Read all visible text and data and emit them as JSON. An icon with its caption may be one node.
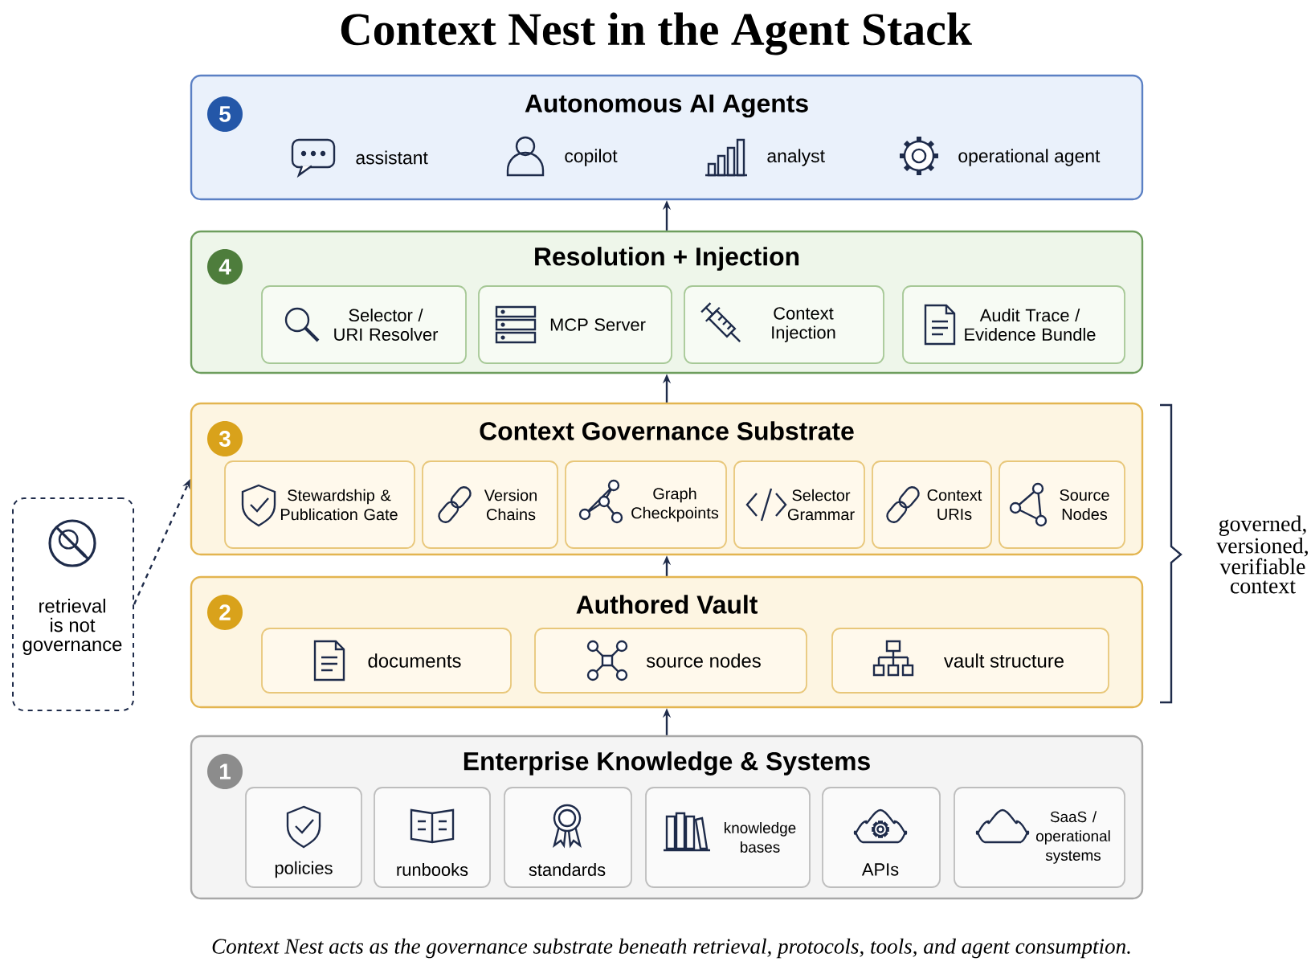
{
  "diagram": {
    "title": "Context Nest in the Agent Stack",
    "caption": "Context Nest acts as the governance substrate beneath retrieval, protocols, tools, and agent consumption.",
    "nodes": [
      {
        "text": [
          "5",
          "Autonomous AI Agents"
        ]
      },
      {
        "text": [
          "assistant"
        ],
        "in": 0
      },
      {
        "text": [
          "copilot"
        ],
        "in": 0
      },
      {
        "text": [
          "analyst"
        ],
        "in": 0
      },
      {
        "text": [
          "operational agent"
        ],
        "in": 0
      },
      {
        "text": [
          "4",
          "Resolution + Injection"
        ]
      },
      {
        "text": [
          "Selector / URI Resolver"
        ],
        "in": 5
      },
      {
        "text": [
          "MCP Server"
        ],
        "in": 5
      },
      {
        "text": [
          "Context Injection"
        ],
        "in": 5
      },
      {
        "text": [
          "Audit Trace / Evidence Bundle"
        ],
        "in": 5
      },
      {
        "text": [
          "3",
          "Context Governance Substrate"
        ]
      },
      {
        "text": [
          "Stewardship & Publication Gate"
        ],
        "in": 10
      },
      {
        "text": [
          "Version Chains"
        ],
        "in": 10
      },
      {
        "text": [
          "Graph Checkpoints"
        ],
        "in": 10
      },
      {
        "text": [
          "Selector Grammar"
        ],
        "in": 10
      },
      {
        "text": [
          "Context URIs"
        ],
        "in": 10
      },
      {
        "text": [
          "Source Nodes"
        ],
        "in": 10
      },
      {
        "text": [
          "retrieval is not governance"
        ]
      },
      {
        "text": [
          "2",
          "Authored Vault"
        ]
      },
      {
        "text": [
          "documents"
        ],
        "in": 18
      },
      {
        "text": [
          "source nodes"
        ],
        "in": 18
      },
      {
        "text": [
          "vault structure"
        ],
        "in": 18
      },
      {
        "text": [
          "1",
          "Enterprise Knowledge & Systems"
        ]
      },
      {
        "text": [
          "policies"
        ],
        "in": 22
      },
      {
        "text": [
          "runbooks"
        ],
        "in": 22
      },
      {
        "text": [
          "standards"
        ],
        "in": 22
      },
      {
        "text": [
          "knowledge bases"
        ],
        "in": 22
      },
      {
        "text": [
          "APIs"
        ],
        "in": 22
      },
      {
        "text": [
          "SaaS / operational systems"
        ],
        "in": 22
      }
    ],
    "edges": [
      {
        "from": 22,
        "to": 18,
        "arrow": "to"
      },
      {
        "from": 18,
        "to": 10,
        "arrow": "to"
      },
      {
        "from": 10,
        "to": 5,
        "arrow": "to"
      },
      {
        "from": 5,
        "to": 0,
        "arrow": "to"
      },
      {
        "from": 17,
        "to": 10,
        "arrow": "to",
        "style": "dashed"
      }
    ],
    "labels": [
      "governed, versioned, verifiable context"
    ]
  }
}
